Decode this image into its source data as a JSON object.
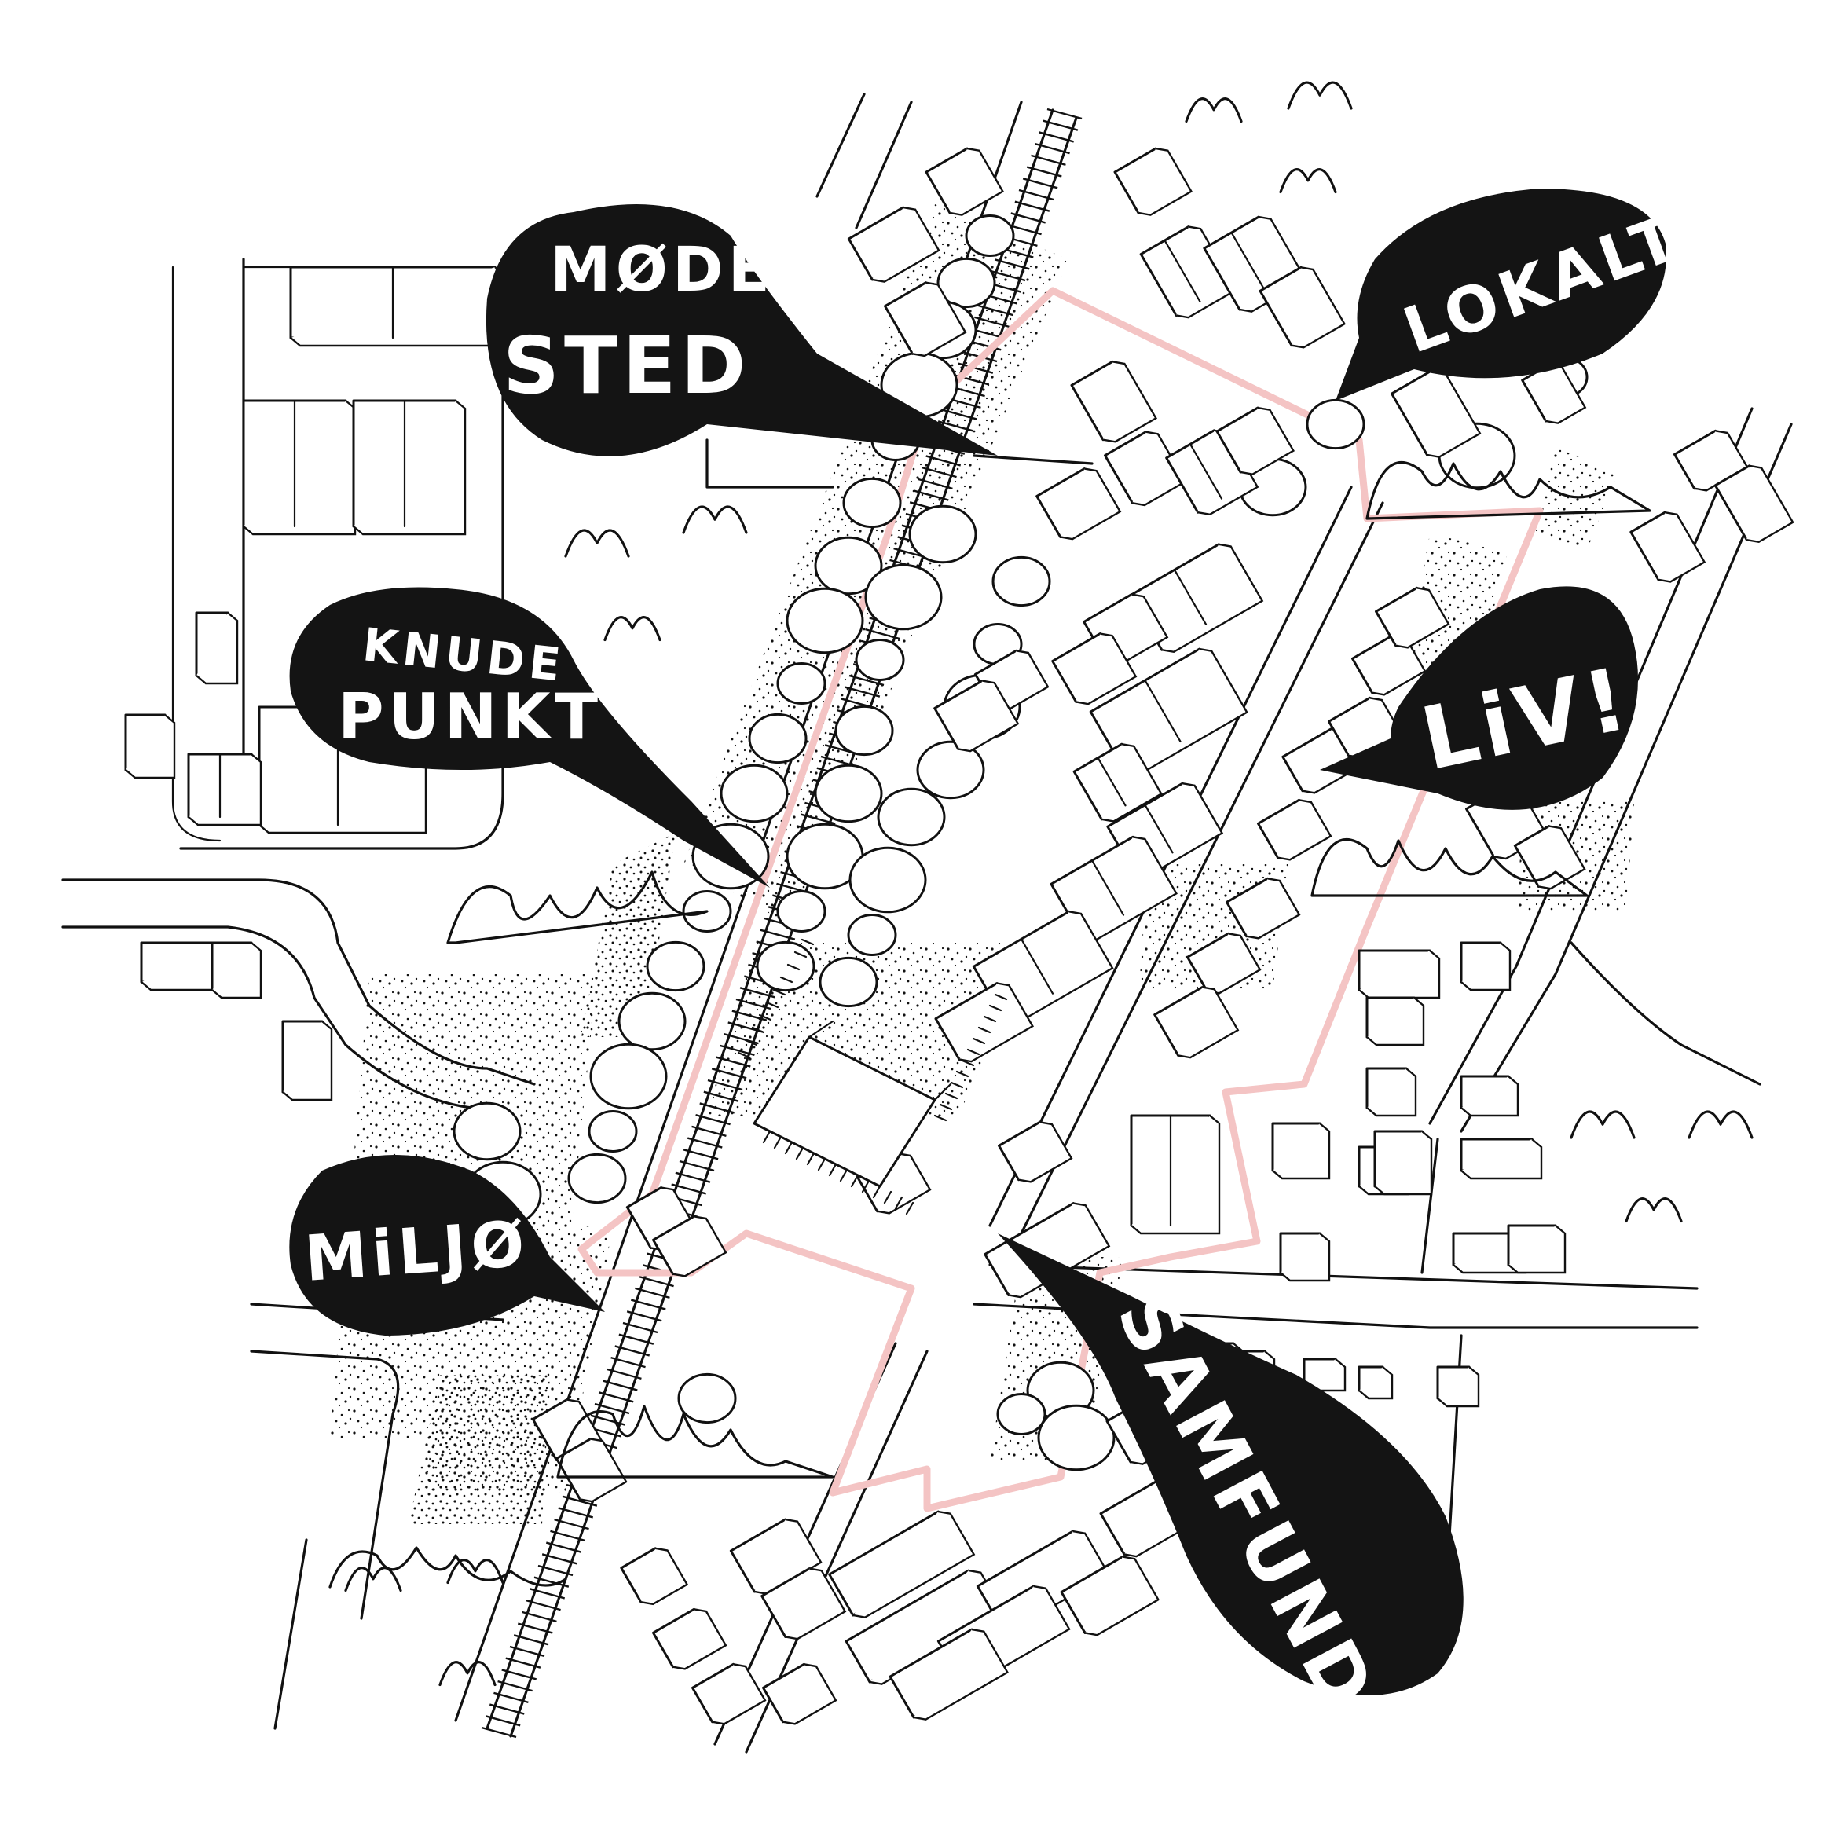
{
  "map": {
    "style": "hand-drawn ink sketch",
    "colors": {
      "ink": "#111111",
      "bubble": "#141414",
      "bubble_text": "#ffffff",
      "boundary": "#f4c4c4",
      "background": "#ffffff"
    },
    "bubbles": [
      {
        "id": "modested",
        "lines": [
          "MØDE",
          "STED"
        ]
      },
      {
        "id": "lokalt",
        "lines": [
          "LOKALT"
        ]
      },
      {
        "id": "knudepunkt",
        "lines": [
          "KNUDE",
          "PUNKT"
        ]
      },
      {
        "id": "liv",
        "lines": [
          "LiV!"
        ]
      },
      {
        "id": "miljo",
        "lines": [
          "MiLJØ"
        ]
      },
      {
        "id": "samfund",
        "lines": [
          "SAMFUND!"
        ]
      }
    ],
    "icons": {
      "bird": "bird-icon",
      "tree": "tree-icon",
      "building": "building-icon",
      "rail": "railway-track"
    }
  }
}
